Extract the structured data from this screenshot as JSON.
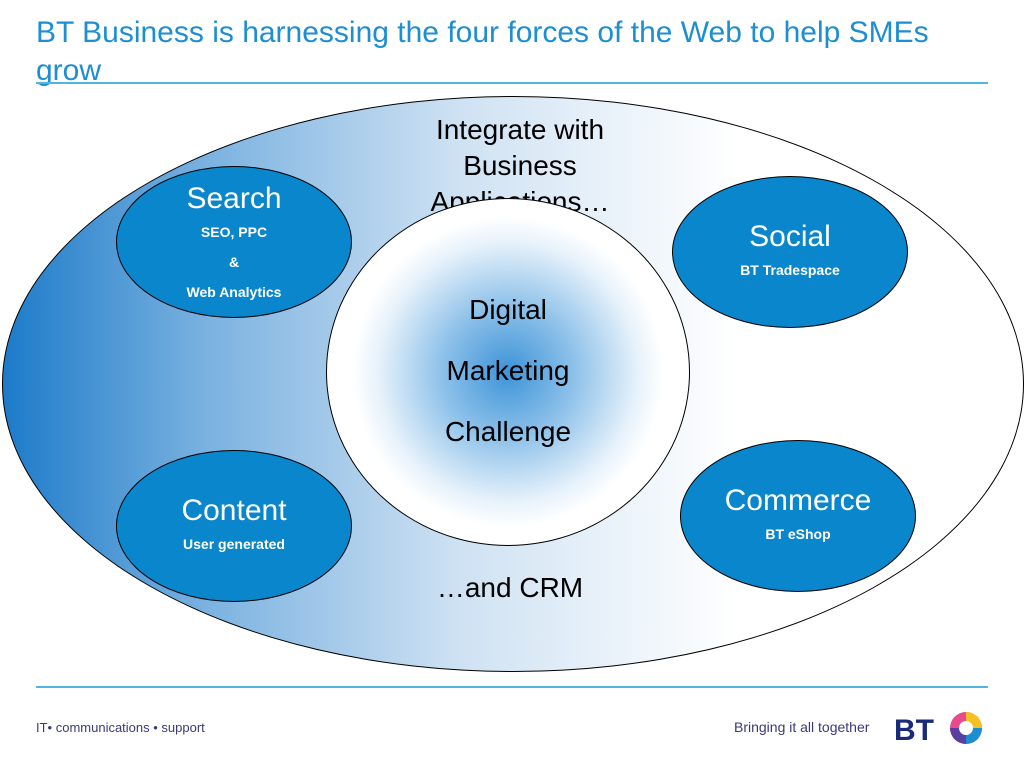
{
  "title": "BT Business is harnessing the four forces of the Web to help SMEs grow",
  "diagram": {
    "top_text": [
      "Integrate with",
      "Business",
      "Applications…"
    ],
    "center": [
      "Digital",
      "Marketing",
      "Challenge"
    ],
    "bottom_text": "…and CRM",
    "forces": {
      "search": {
        "name": "Search",
        "details": [
          "SEO, PPC",
          "&",
          "Web Analytics"
        ]
      },
      "social": {
        "name": "Social",
        "details": [
          "BT Tradespace"
        ]
      },
      "content": {
        "name": "Content",
        "details": [
          "User generated"
        ]
      },
      "commerce": {
        "name": "Commerce",
        "details": [
          "BT eShop"
        ]
      }
    }
  },
  "footer": {
    "left": "IT• communications • support",
    "right": "Bringing it all together",
    "logo": "BT"
  },
  "colors": {
    "accent": "#1e8ed2",
    "force_fill": "#0a86cc",
    "logo_navy": "#1a2a7a"
  }
}
